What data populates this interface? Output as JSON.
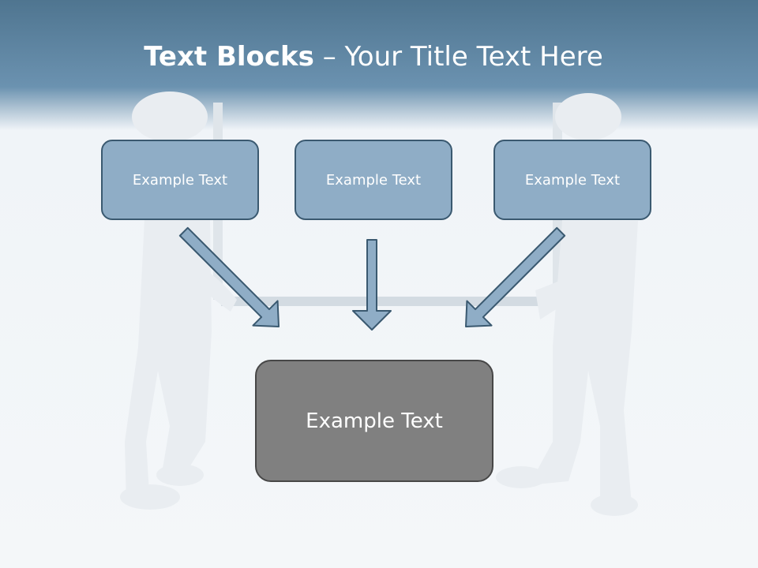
{
  "title": {
    "bold": "Text Blocks",
    "separator": " – ",
    "rest": "Your Title Text Here"
  },
  "boxes": [
    {
      "label": "Example Text"
    },
    {
      "label": "Example Text"
    },
    {
      "label": "Example Text"
    }
  ],
  "target": {
    "label": "Example Text"
  },
  "colors": {
    "header": "#6b92b0",
    "box_fill": "#8fadc6",
    "box_border": "#3a5970",
    "target_fill": "#808080",
    "target_border": "#474747",
    "arrow_fill": "#8fadc6"
  }
}
